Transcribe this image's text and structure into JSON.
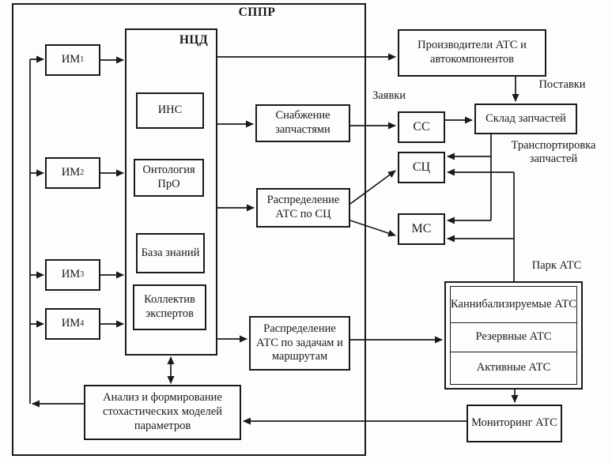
{
  "sppr_title": "СППР",
  "ncd": {
    "title": "НЦД",
    "components": [
      "ИНС",
      "Онтология ПрО",
      "База знаний",
      "Коллектив экспертов"
    ]
  },
  "im_units": [
    {
      "name": "ИМ",
      "index": "1"
    },
    {
      "name": "ИМ",
      "index": "2"
    },
    {
      "name": "ИМ",
      "index": "3"
    },
    {
      "name": "ИМ",
      "index": "4"
    }
  ],
  "boxes": {
    "producers": "Производители АТС и автокомпонентов",
    "supply": "Снабжение запчастями",
    "warehouse": "Склад запчастей",
    "ss": "СС",
    "sc": "СЦ",
    "ms": "МС",
    "distribution_sc": "Распределение АТС по СЦ",
    "distribution_tasks": "Распределение АТС по задачам и маршрутам",
    "analysis": "Анализ и формирование стохастических моделей параметров",
    "monitoring": "Мониторинг АТС"
  },
  "park": {
    "label": "Парк АТС",
    "cells": [
      "Каннибализируемые АТС",
      "Резервные АТС",
      "Активные АТС"
    ]
  },
  "flow_labels": {
    "requests": "Заявки",
    "deliveries": "Поставки",
    "transport": "Транспортировка запчастей"
  },
  "colors": {
    "line": "#1a1a1a",
    "background": "#fdfdfd"
  }
}
